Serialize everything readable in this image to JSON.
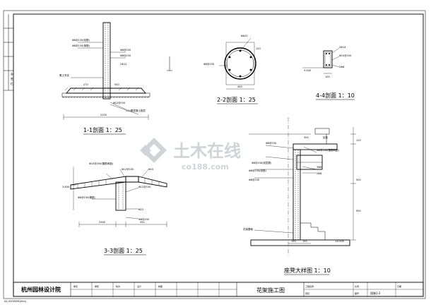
{
  "title_block": {
    "company": "杭州园林设计院",
    "drawing_title": "花架施工图",
    "drawing_no": "园施1-2",
    "cells": [
      "审定",
      "审核",
      "校对",
      "设计",
      "制图",
      "工程名称",
      "项目",
      "比例",
      "图号",
      "日期"
    ]
  },
  "footer_code": "A2-420X594(mm)",
  "left_strip": [
    "会",
    "签",
    "栏"
  ],
  "watermark": {
    "brand": "土木在线",
    "domain": "co188.com"
  },
  "sections": {
    "s1": {
      "title": "1-1剖面 1：25",
      "labels": [
        "Φ8@150(双筋)",
        "Φ8@150(单筋)",
        "Φ8@150",
        "Φ8@150",
        "2Φ12",
        "Φ12@150",
        "C10素混凝土垫层",
        "素土夯实"
      ],
      "dims": [
        "2200",
        "270",
        "550"
      ]
    },
    "s2": {
      "title": "2-2剖面 1：25",
      "labels": [
        "6Φ20",
        "Φ8@150"
      ],
      "dims": [
        "400",
        "120"
      ]
    },
    "s3": {
      "title": "3-3剖面 1：25",
      "labels": [
        "Φ10@200(箍筋间距)",
        "Φ12@150",
        "Φ10",
        "Φ8@150(箍筋)",
        "Φ12@150",
        "Φ22",
        "Φ8@150"
      ],
      "dims": [
        "2900",
        "550",
        "3.800"
      ]
    },
    "s4": {
      "title": "4-4剖面 1：10",
      "labels": [
        "2Φ14",
        "Φ10@100",
        "2Φ8"
      ],
      "dims": [
        "3.500",
        "100"
      ]
    },
    "bench": {
      "title": "座凳大样图 1：10",
      "labels": [
        "Φ8@150",
        "Φ8@100(箍筋间距)",
        "Φ8@150(双层筋)",
        "3Φ8",
        "2Φ8",
        "Φ8@150(双筋)",
        "Φ8@100",
        "花架基础",
        "坐凳"
      ],
      "dims": [
        "500",
        "300",
        "120",
        "900",
        "150",
        "150",
        "±0.000"
      ]
    }
  }
}
